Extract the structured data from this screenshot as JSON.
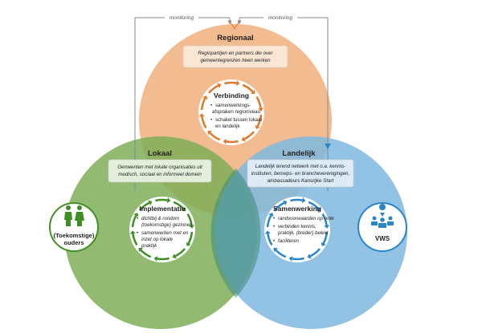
{
  "monitoring": {
    "left": "monitoring",
    "right": "monitoring"
  },
  "regionaal": {
    "title": "Regionaal",
    "note": [
      "Regiopartijen en partners die over",
      "gemeentegrenzen heen werken"
    ],
    "center_title": "Verbinding",
    "items": [
      "samenwerkings-",
      "afspraken regioniveau",
      "schakel tussen lokaal",
      "en landelijk"
    ],
    "color": "#f0b07c",
    "arrow_color": "#e0782a"
  },
  "lokaal": {
    "title": "Lokaal",
    "note": [
      "Gemeenten met lokale organisaties uit",
      "medisch, sociaal en informeel domein"
    ],
    "center_title": "Implementatie",
    "items": [
      "dichtbij & rondom",
      "(toekomstige) gezinnen",
      "samenwerken met en",
      "inzet op lokale",
      "praktijk"
    ],
    "color": "#7fae58",
    "arrow_color": "#3f8f25"
  },
  "landelijk": {
    "title": "Landelijk",
    "note": [
      "Landelijk lerend netwerk met o.a. kennis-",
      "instituten, beroeps- en brancheverenigingen,",
      "ambassadeurs Kansrijke Start"
    ],
    "center_title": "Samenwerking",
    "items": [
      "randvoorwaarden op orde",
      "verbinden kennis,",
      "praktijk, (breder) beleid",
      "faciliteren"
    ],
    "color": "#7fb8e0",
    "arrow_color": "#2a85c8"
  },
  "ouders": {
    "label_line1": "(Toekomstige)",
    "label_line2": "ouders",
    "icon": "parents-icon"
  },
  "vws": {
    "label": "VWS",
    "icon": "people-network-icon"
  }
}
